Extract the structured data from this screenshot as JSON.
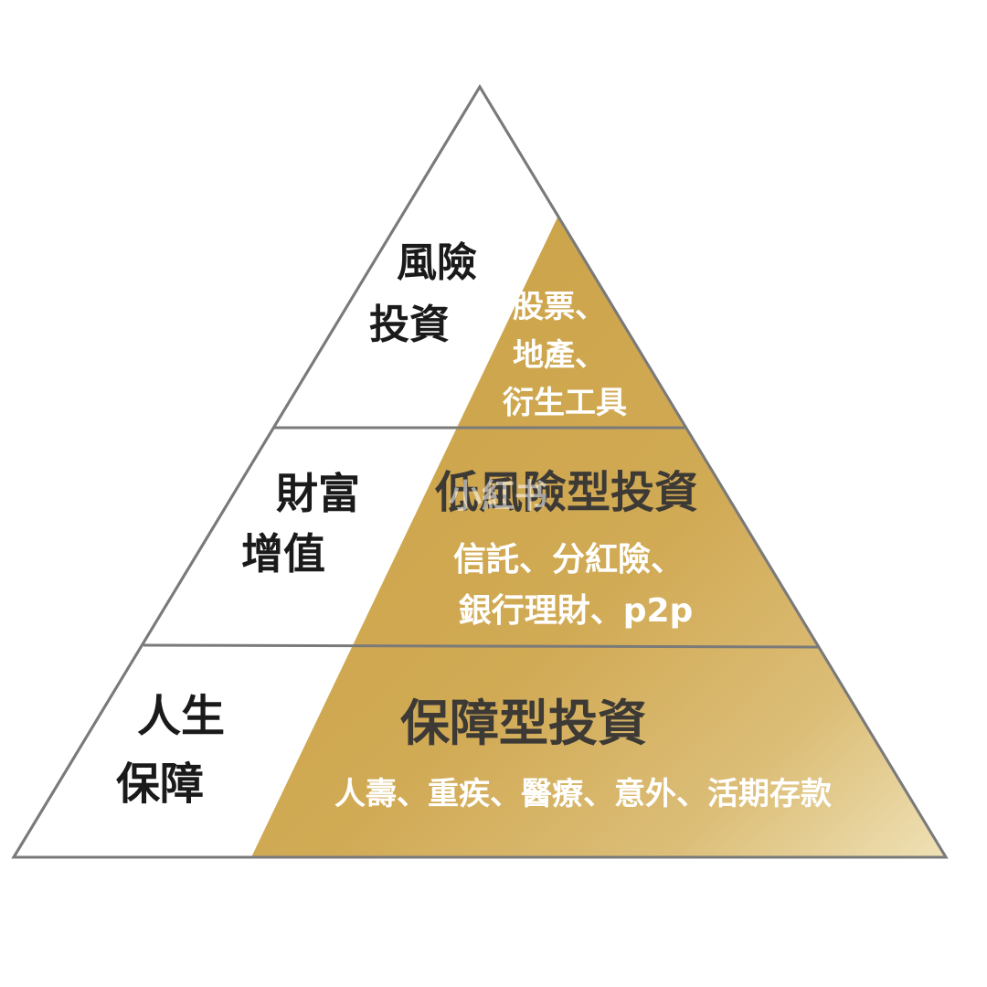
{
  "tiers": [
    {
      "side_label_lines": [
        "風險",
        "投資"
      ],
      "title": "",
      "items_lines": [
        "股票、",
        "地產、",
        "衍生工具"
      ]
    },
    {
      "side_label_lines": [
        "財富",
        "增值"
      ],
      "title": "低風險型投資",
      "items_lines": [
        "信託、分紅險、",
        "銀行理財、p2p"
      ]
    },
    {
      "side_label_lines": [
        "人生",
        "保障"
      ],
      "title": "保障型投資",
      "items_lines": [
        "人壽、重疾、醫療、意外、活期存款"
      ]
    }
  ],
  "watermark": "小紅书",
  "colors": {
    "gold_dark": "#c9a24a",
    "gold_mid": "#d4b060",
    "gold_light": "#ead9a8",
    "outline": "#7a7a7a",
    "side_text": "#1a1a1a",
    "item_text": "#ffffff",
    "title_text": "#3d3a36"
  }
}
